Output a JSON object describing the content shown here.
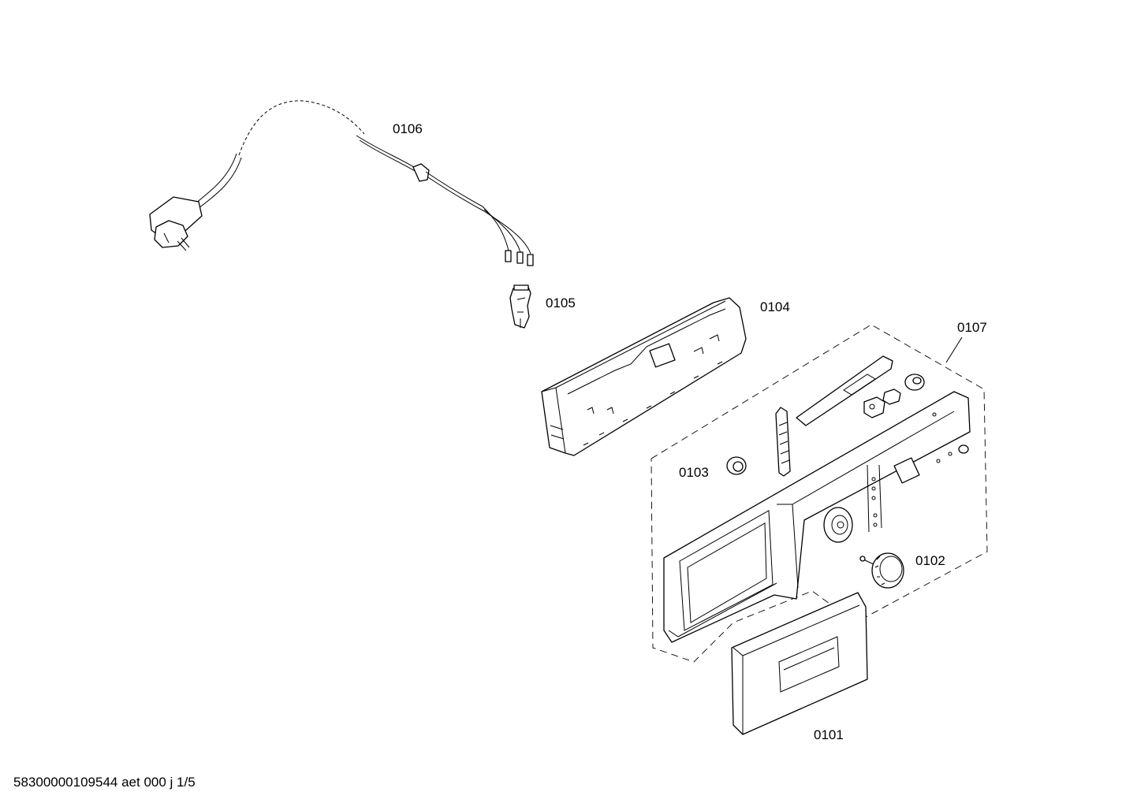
{
  "labels": {
    "p0101": "0101",
    "p0102": "0102",
    "p0103": "0103",
    "p0104": "0104",
    "p0105": "0105",
    "p0106": "0106",
    "p0107": "0107"
  },
  "footer": "58300000109544 aet 000 j 1/5"
}
